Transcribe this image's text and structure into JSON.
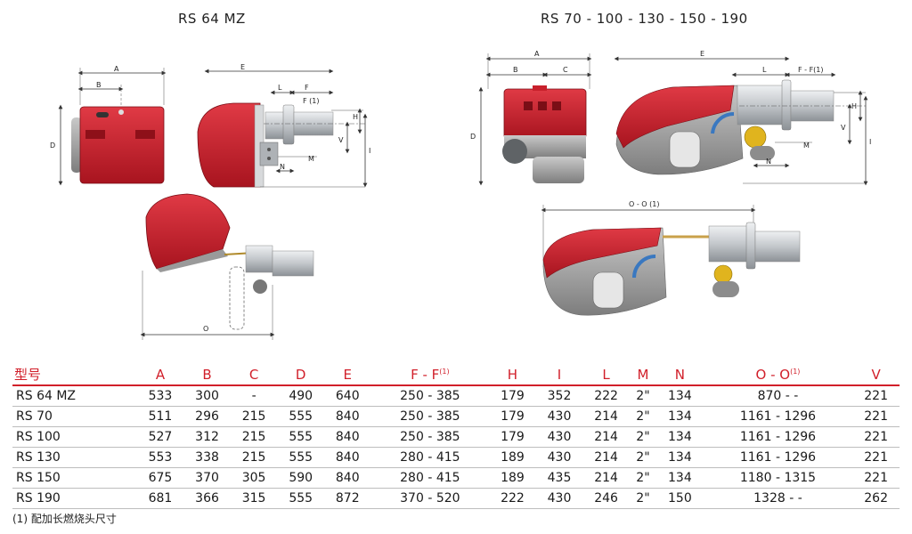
{
  "titles": {
    "left": "RS 64 MZ",
    "right": "RS 70 - 100 - 130 - 150 - 190"
  },
  "dimension_labels": {
    "A": "A",
    "B": "B",
    "C": "C",
    "D": "D",
    "E": "E",
    "L": "L",
    "F": "F",
    "F1": "F (1)",
    "FF1": "F - F(1)",
    "H": "H",
    "I": "I",
    "V": "V",
    "M": "M",
    "N": "N",
    "O": "O",
    "OO1": "O - O (1)"
  },
  "colors": {
    "accent": "#d11f2a",
    "burner_red": "#c8202c",
    "metal": "#bfc3c7",
    "body_gray": "#9a9a9a"
  },
  "table": {
    "headers": [
      "型号",
      "A",
      "B",
      "C",
      "D",
      "E",
      "F - F",
      "H",
      "I",
      "L",
      "M",
      "N",
      "O - O",
      "V"
    ],
    "superscript": "(1)",
    "rows": [
      [
        "RS 64 MZ",
        "533",
        "300",
        "-",
        "490",
        "640",
        "250 - 385",
        "179",
        "352",
        "222",
        "2\"",
        "134",
        "870 -    -",
        "221"
      ],
      [
        "RS 70",
        "511",
        "296",
        "215",
        "555",
        "840",
        "250 - 385",
        "179",
        "430",
        "214",
        "2\"",
        "134",
        "1161 - 1296",
        "221"
      ],
      [
        "RS 100",
        "527",
        "312",
        "215",
        "555",
        "840",
        "250 - 385",
        "179",
        "430",
        "214",
        "2\"",
        "134",
        "1161 - 1296",
        "221"
      ],
      [
        "RS 130",
        "553",
        "338",
        "215",
        "555",
        "840",
        "280 - 415",
        "189",
        "430",
        "214",
        "2\"",
        "134",
        "1161 - 1296",
        "221"
      ],
      [
        "RS 150",
        "675",
        "370",
        "305",
        "590",
        "840",
        "280 - 415",
        "189",
        "435",
        "214",
        "2\"",
        "134",
        "1180 - 1315",
        "221"
      ],
      [
        "RS 190",
        "681",
        "366",
        "315",
        "555",
        "872",
        "370 - 520",
        "222",
        "430",
        "246",
        "2\"",
        "150",
        "1328 -    -",
        "262"
      ]
    ]
  },
  "footnote": "(1) 配加长燃烧头尺寸"
}
